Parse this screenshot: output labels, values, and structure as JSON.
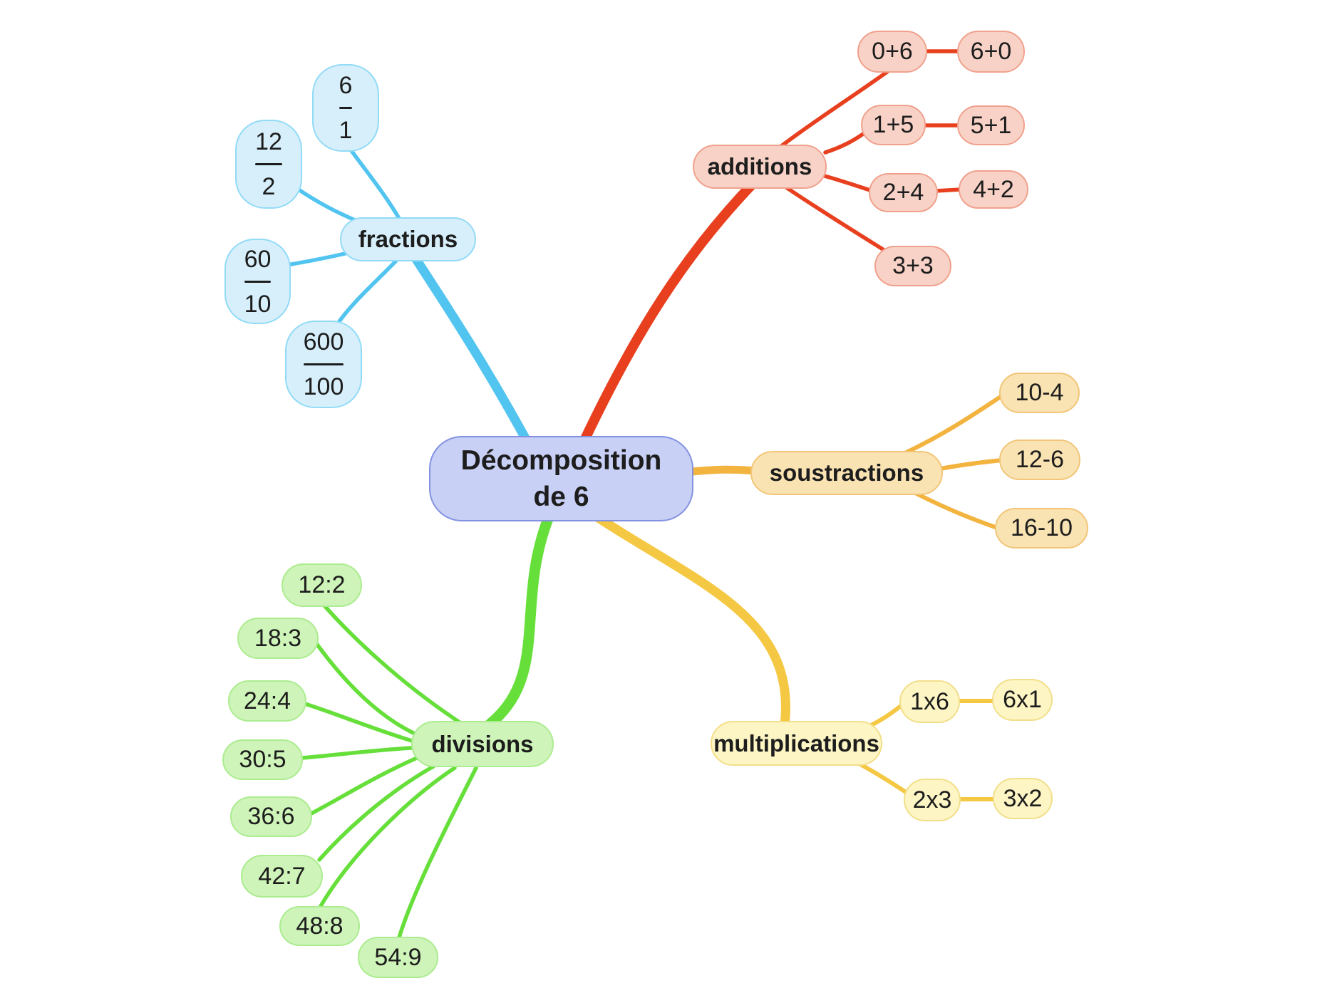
{
  "center": {
    "label_line1": "Décomposition",
    "label_line2": "de 6"
  },
  "colors": {
    "center": {
      "fill": "#c9d0f6",
      "border": "#8292e0"
    },
    "fractions": {
      "fill": "#d7effb",
      "border": "#92dbf7",
      "line": "#52c4f0"
    },
    "additions": {
      "fill": "#f8d2c6",
      "border": "#f0a18d",
      "line": "#e8401f"
    },
    "soustractions": {
      "fill": "#fae3b3",
      "border": "#f1c678",
      "line": "#f3b33f"
    },
    "multiplications": {
      "fill": "#fdf5c4",
      "border": "#f2df8a",
      "line": "#f5c844"
    },
    "divisions": {
      "fill": "#cef4b9",
      "border": "#acec90",
      "line": "#66df3a"
    }
  },
  "branches": {
    "fractions": {
      "label": "fractions",
      "children": [
        {
          "numerator": "6",
          "denominator": "1"
        },
        {
          "numerator": "12",
          "denominator": "2"
        },
        {
          "numerator": "60",
          "denominator": "10"
        },
        {
          "numerator": "600",
          "denominator": "100"
        }
      ]
    },
    "additions": {
      "label": "additions",
      "children": [
        {
          "label": "0+6"
        },
        {
          "label": "6+0"
        },
        {
          "label": "1+5"
        },
        {
          "label": "5+1"
        },
        {
          "label": "2+4"
        },
        {
          "label": "4+2"
        },
        {
          "label": "3+3"
        }
      ]
    },
    "soustractions": {
      "label": "soustractions",
      "children": [
        {
          "label": "10-4"
        },
        {
          "label": "12-6"
        },
        {
          "label": "16-10"
        }
      ]
    },
    "multiplications": {
      "label": "multiplications",
      "children": [
        {
          "label": "1x6"
        },
        {
          "label": "6x1"
        },
        {
          "label": "2x3"
        },
        {
          "label": "3x2"
        }
      ]
    },
    "divisions": {
      "label": "divisions",
      "children": [
        {
          "label": "12:2"
        },
        {
          "label": "18:3"
        },
        {
          "label": "24:4"
        },
        {
          "label": "30:5"
        },
        {
          "label": "36:6"
        },
        {
          "label": "42:7"
        },
        {
          "label": "48:8"
        },
        {
          "label": "54:9"
        }
      ]
    }
  }
}
